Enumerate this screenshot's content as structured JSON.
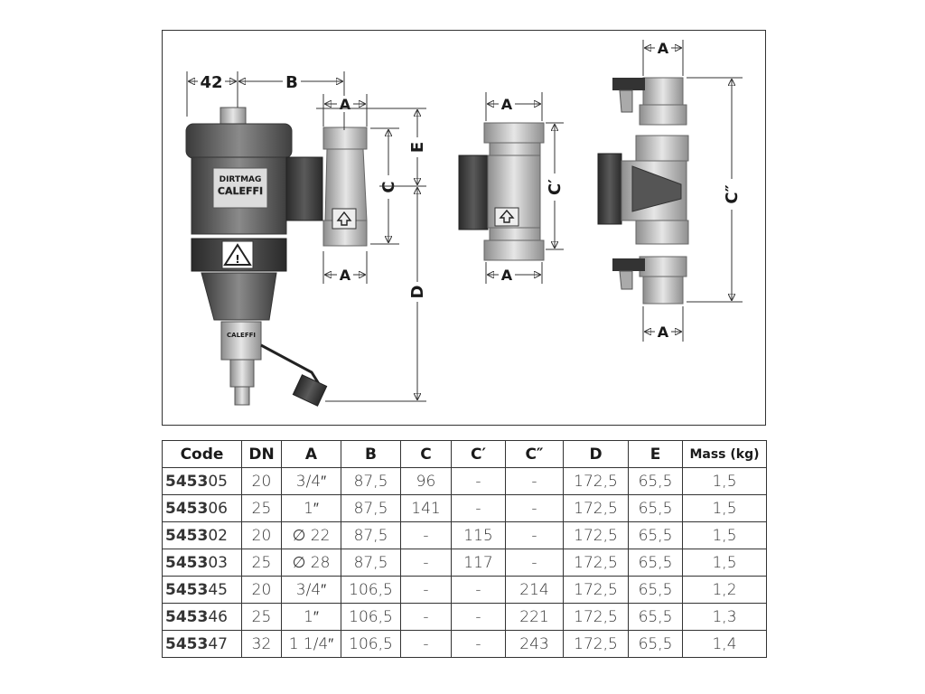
{
  "drawing": {
    "dim_labels": {
      "d42": "42",
      "b": "B",
      "a_top_left": "A",
      "a_bottom_left": "A",
      "c": "C",
      "e": "E",
      "d": "D",
      "a_top_mid": "A",
      "a_bottom_mid": "A",
      "c_prime": "C′",
      "a_top_right": "A",
      "a_bottom_right": "A",
      "c_double_prime": "C″"
    },
    "brand_text": "CALEFFI",
    "product_text": "DIRTMAG",
    "valve_brand_text": "CALEFFI"
  },
  "table": {
    "headers": [
      "Code",
      "DN",
      "A",
      "B",
      "C",
      "C′",
      "C″",
      "D",
      "E",
      "Mass (kg)"
    ],
    "rows": [
      {
        "code_prefix": "5453",
        "code_suffix": "05",
        "cells": [
          "20",
          "3/4″",
          "87,5",
          "96",
          "-",
          "-",
          "172,5",
          "65,5",
          "1,5"
        ]
      },
      {
        "code_prefix": "5453",
        "code_suffix": "06",
        "cells": [
          "25",
          "1″",
          "87,5",
          "141",
          "-",
          "-",
          "172,5",
          "65,5",
          "1,5"
        ]
      },
      {
        "code_prefix": "5453",
        "code_suffix": "02",
        "cells": [
          "20",
          "∅ 22",
          "87,5",
          "-",
          "115",
          "-",
          "172,5",
          "65,5",
          "1,5"
        ]
      },
      {
        "code_prefix": "5453",
        "code_suffix": "03",
        "cells": [
          "25",
          "∅ 28",
          "87,5",
          "-",
          "117",
          "-",
          "172,5",
          "65,5",
          "1,5"
        ]
      },
      {
        "code_prefix": "5453",
        "code_suffix": "45",
        "cells": [
          "20",
          "3/4″",
          "106,5",
          "-",
          "-",
          "214",
          "172,5",
          "65,5",
          "1,2"
        ]
      },
      {
        "code_prefix": "5453",
        "code_suffix": "46",
        "cells": [
          "25",
          "1″",
          "106,5",
          "-",
          "-",
          "221",
          "172,5",
          "65,5",
          "1,3"
        ]
      },
      {
        "code_prefix": "5453",
        "code_suffix": "47",
        "cells": [
          "32",
          "1 1/4″",
          "106,5",
          "-",
          "-",
          "243",
          "172,5",
          "65,5",
          "1,4"
        ]
      }
    ]
  }
}
